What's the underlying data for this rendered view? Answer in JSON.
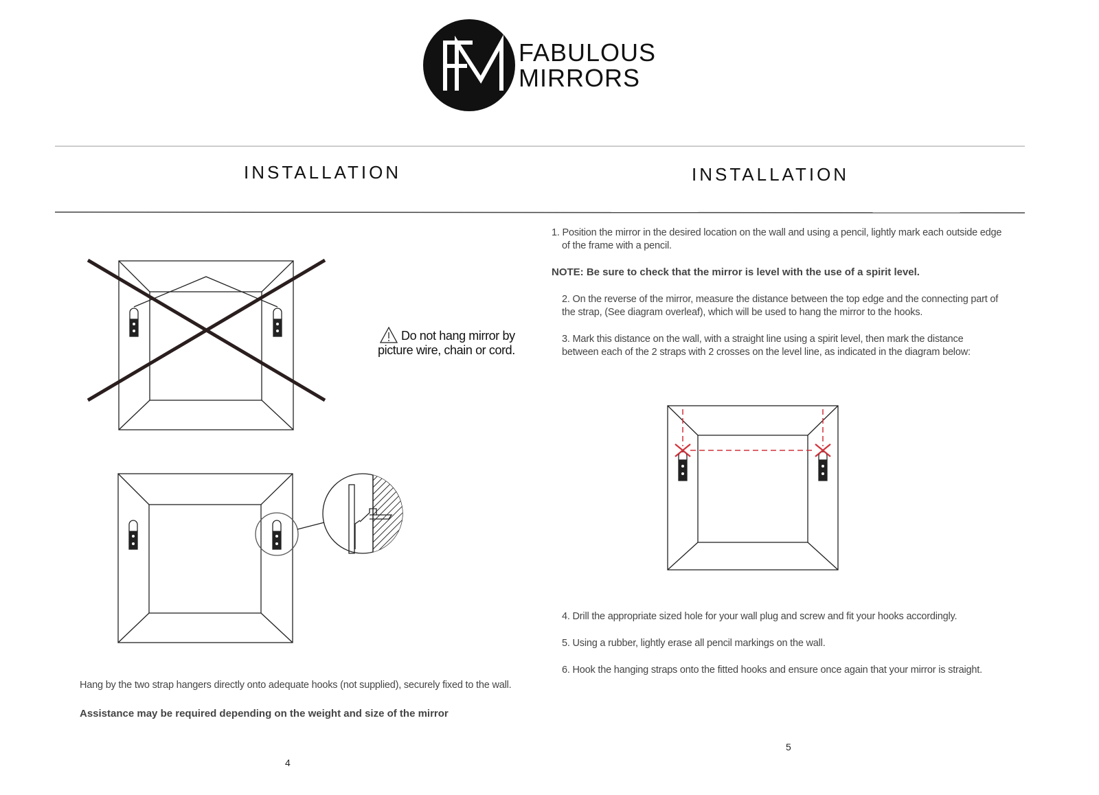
{
  "brand": {
    "logo_letters": "FM",
    "name_line1": "FABULOUS",
    "name_line2": "MIRRORS"
  },
  "left": {
    "heading": "INSTALLATION",
    "warning": "Do not hang mirror by picture wire, chain or cord.",
    "caption": "Hang by the two strap hangers directly onto adequate hooks (not supplied), securely fixed to the wall.",
    "note": "Assistance may be required depending on the weight and size of the mirror",
    "page_number": "4"
  },
  "right": {
    "heading": "INSTALLATION",
    "step1": "1. Position the mirror in the desired location on the wall and using a pencil, lightly mark each outside edge of the frame with a pencil.",
    "note": "NOTE: Be sure to check that the mirror is level with the use of a spirit level.",
    "step2": "2. On the reverse of the mirror, measure the distance between the top edge and the connecting part of the strap, (See diagram overleaf), which will be used to hang the mirror to the hooks.",
    "step3": "3. Mark this distance on the wall, with a straight line using a spirit level, then mark the distance between each of the 2 straps with 2 crosses on the level line, as indicated in the diagram below:",
    "step4": "4. Drill the appropriate sized hole for your wall plug and screw and fit your hooks accordingly.",
    "step5": "5. Using a rubber, lightly erase all pencil markings on the wall.",
    "step6": "6. Hook the hanging straps onto the fitted hooks and ensure once again that your mirror is straight.",
    "page_number": "5"
  },
  "colors": {
    "mark": "#d0323a",
    "line": "#222222"
  }
}
